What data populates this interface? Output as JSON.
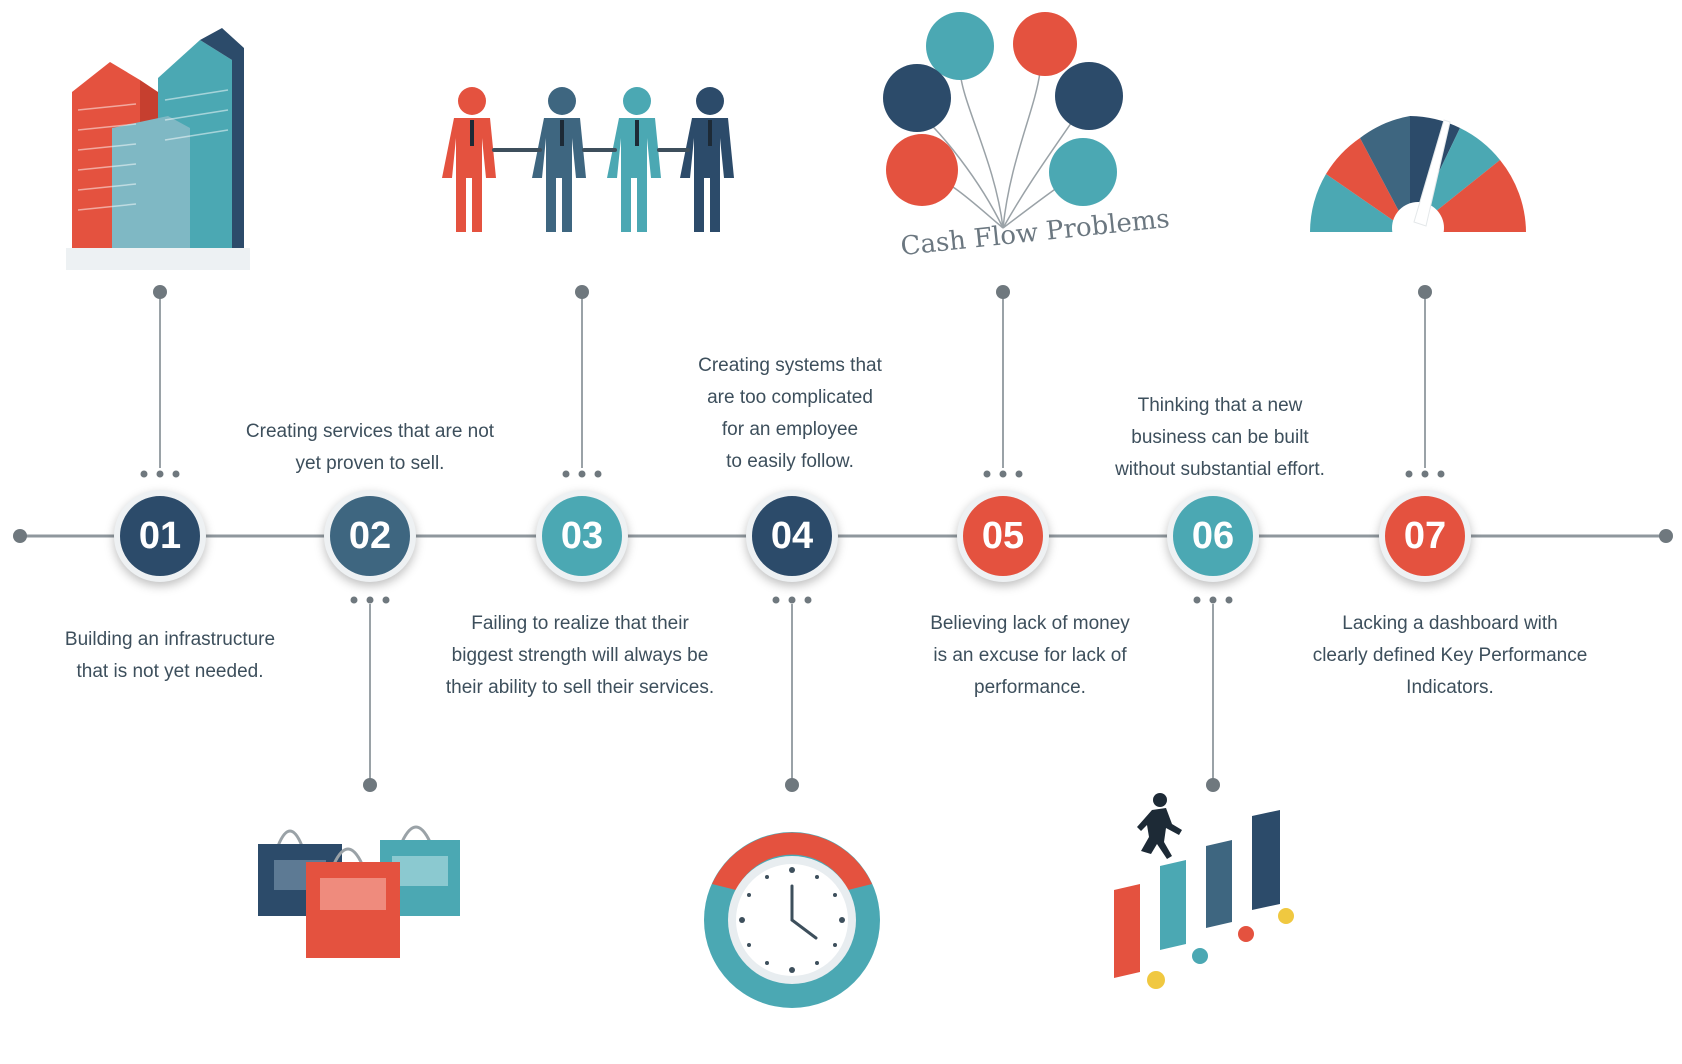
{
  "colors": {
    "navy": "#2c4b6a",
    "slate": "#3e6680",
    "teal": "#4ba8b3",
    "red": "#e4523f",
    "line": "#8f979d",
    "text": "#3d4f5c"
  },
  "steps": [
    {
      "number": "01",
      "text": "Building an infrastructure\nthat is not yet needed.",
      "color": "navy",
      "icon": "buildings-icon"
    },
    {
      "number": "02",
      "text": "Creating services that are not\nyet proven to sell.",
      "color": "slate",
      "icon": "shopping-bags-icon"
    },
    {
      "number": "03",
      "text": "Failing to realize that their\nbiggest strength will always be\ntheir ability to sell their services.",
      "color": "teal",
      "icon": "businesspeople-icon"
    },
    {
      "number": "04",
      "text": "Creating systems that\nare too complicated\nfor an employee\nto easily follow.",
      "color": "navy",
      "icon": "clock-icon"
    },
    {
      "number": "05",
      "text": "Believing lack of money\nis an excuse for lack of\nperformance.",
      "color": "red",
      "icon": "cash-flow-bubbles-icon"
    },
    {
      "number": "06",
      "text": "Thinking that a new\nbusiness can be built\nwithout substantial effort.",
      "color": "teal",
      "icon": "stairs-runner-icon"
    },
    {
      "number": "07",
      "text": "Lacking a dashboard with\nclearly defined Key Performance\nIndicators.",
      "color": "red",
      "icon": "gauge-dashboard-icon"
    }
  ],
  "cash_flow_caption": "Cash Flow Problems"
}
